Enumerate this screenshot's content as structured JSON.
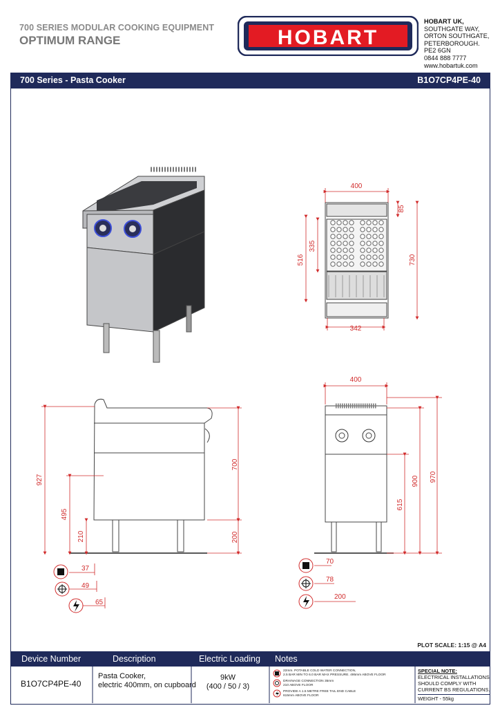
{
  "header": {
    "series_line": "700 SERIES MODULAR COOKING EQUIPMENT",
    "range_line": "OPTIMUM RANGE",
    "logo_text": "HOBART",
    "address": [
      "HOBART UK,",
      "SOUTHGATE WAY,",
      "ORTON SOUTHGATE,",
      "PETERBOROUGH.",
      "PE2 6GN",
      "0844 888 7777",
      "www.hobartuk.com"
    ]
  },
  "band": {
    "title": "700 Series - Pasta Cooker",
    "code": "B1O7CP4PE-40"
  },
  "dimensions": {
    "plan": {
      "width_top": "400",
      "depth_total": "730",
      "inner_depth": "516",
      "basket_depth": "335",
      "rear_strip": "85",
      "inner_width": "342"
    },
    "side": {
      "height_total": "927",
      "connection_height": "495",
      "leg_height_left": "210",
      "body_height": "700",
      "leg_height_right": "200",
      "water_offset": "37",
      "drain_offset": "49",
      "elec_offset": "65"
    },
    "front": {
      "width_top": "400",
      "height_total": "970",
      "work_height": "900",
      "cupboard_height": "615",
      "water_offset": "70",
      "drain_offset": "78",
      "elec_offset": "200"
    }
  },
  "plot_scale": "PLOT SCALE:  1:15 @ A4",
  "table": {
    "headers": {
      "device": "Device Number",
      "description": "Description",
      "loading": "Electric Loading",
      "notes": "Notes"
    },
    "device": "B1O7CP4PE-40",
    "description_1": "Pasta Cooker,",
    "description_2": "electric 400mm, on cupboard",
    "loading_1": "9kW",
    "loading_2": "(400 / 50 / 3)",
    "note_water_1": "22mm. POTABLE COLD WATER CONNECTION,",
    "note_water_2": "2.5 BAR MIN TO 6.0 BAR MAX PRESSURE. 495mm ABOVE FLOOR",
    "note_drain_1": "DRAINAGE CONNECTION 35mm",
    "note_drain_2": "210 ABOVE FLOOR",
    "note_elec_1": "PROVIDE A 1.5 METRE FREE TAIL END CABLE",
    "note_elec_2": "615mm ABOVE FLOOR",
    "special_title": "SPECIAL NOTE:",
    "special_1": "ELECTRICAL INSTALLATIONS",
    "special_2": "SHOULD COMPLY WITH",
    "special_3": "CURRENT BS REGULATIONS.",
    "weight": "WEIGHT - 55kg"
  },
  "colors": {
    "navy": "#1f2a5a",
    "logo_red": "#e31b23",
    "dim_red": "#d12b2b",
    "knob_blue": "#3d4fd8"
  }
}
